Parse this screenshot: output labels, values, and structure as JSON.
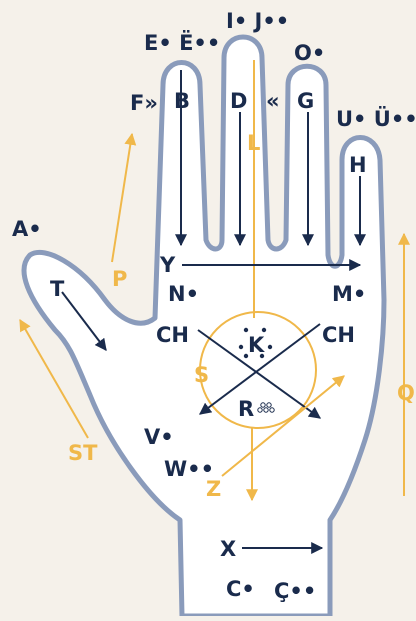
{
  "colors": {
    "background": "#f5f1ea",
    "hand_fill": "#ffffff",
    "hand_outline": "#8a9bbb",
    "navy": "#1a2b4c",
    "gold": "#f0b84a"
  },
  "labels": {
    "e_dots": "E• Ë••",
    "i_j": "I• J••",
    "o_dot": "O•",
    "u_dots": "U• Ü••",
    "f": "F»",
    "b": "B",
    "d": "D",
    "l": "L",
    "g_mark": "«",
    "g": "G",
    "h": "H",
    "a_dot": "A•",
    "t": "T",
    "p": "P",
    "y": "Y",
    "n_dot": "N•",
    "m_dot": "M•",
    "ch_left": "CH",
    "ch_right": "CH",
    "k": "K",
    "s": "S",
    "r": "R",
    "q": "Q",
    "st": "ST",
    "v_dot": "V•",
    "w_dots": "W••",
    "z": "Z",
    "x": "X",
    "c_dot": "C•",
    "c_cedilla": "Ç••"
  }
}
